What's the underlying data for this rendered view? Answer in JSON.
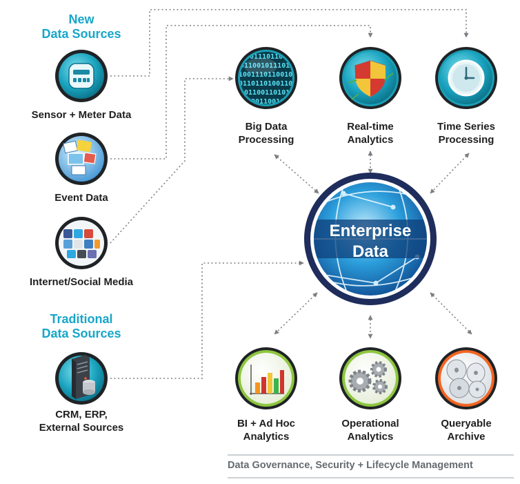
{
  "headers": {
    "new_sources": [
      "New",
      "Data Sources"
    ],
    "traditional_sources": [
      "Traditional",
      "Data Sources"
    ]
  },
  "sources": [
    {
      "label": [
        "Sensor + Meter Data"
      ],
      "icon": "sensor-meter-icon"
    },
    {
      "label": [
        "Event Data"
      ],
      "icon": "event-data-icon"
    },
    {
      "label": [
        "Internet/Social Media"
      ],
      "icon": "social-media-icon"
    },
    {
      "label": [
        "CRM, ERP,",
        "External Sources"
      ],
      "icon": "server-database-icon"
    }
  ],
  "processing": [
    {
      "label": [
        "Big Data",
        "Processing"
      ],
      "icon": "binary-data-icon"
    },
    {
      "label": [
        "Real-time",
        "Analytics"
      ],
      "icon": "shield-icon"
    },
    {
      "label": [
        "Time Series",
        "Processing"
      ],
      "icon": "clock-icon"
    }
  ],
  "center": {
    "label": [
      "Enterprise",
      "Data"
    ],
    "icon": "globe-network-icon"
  },
  "consumers": [
    {
      "label": [
        "BI + Ad Hoc",
        "Analytics"
      ],
      "icon": "bar-chart-icon"
    },
    {
      "label": [
        "Operational",
        "Analytics"
      ],
      "icon": "gears-icon"
    },
    {
      "label": [
        "Queryable",
        "Archive"
      ],
      "icon": "discs-icon"
    }
  ],
  "footer": {
    "label": "Data Governance, Security + Lifecycle Management"
  },
  "colors": {
    "header_blue": "#17a6c9",
    "teal_ring": "#1a9fb5",
    "green_ring": "#8dc63f",
    "orange_ring": "#f26522",
    "navy_ring": "#1f2d5c",
    "connector_gray": "#7b7f83"
  }
}
